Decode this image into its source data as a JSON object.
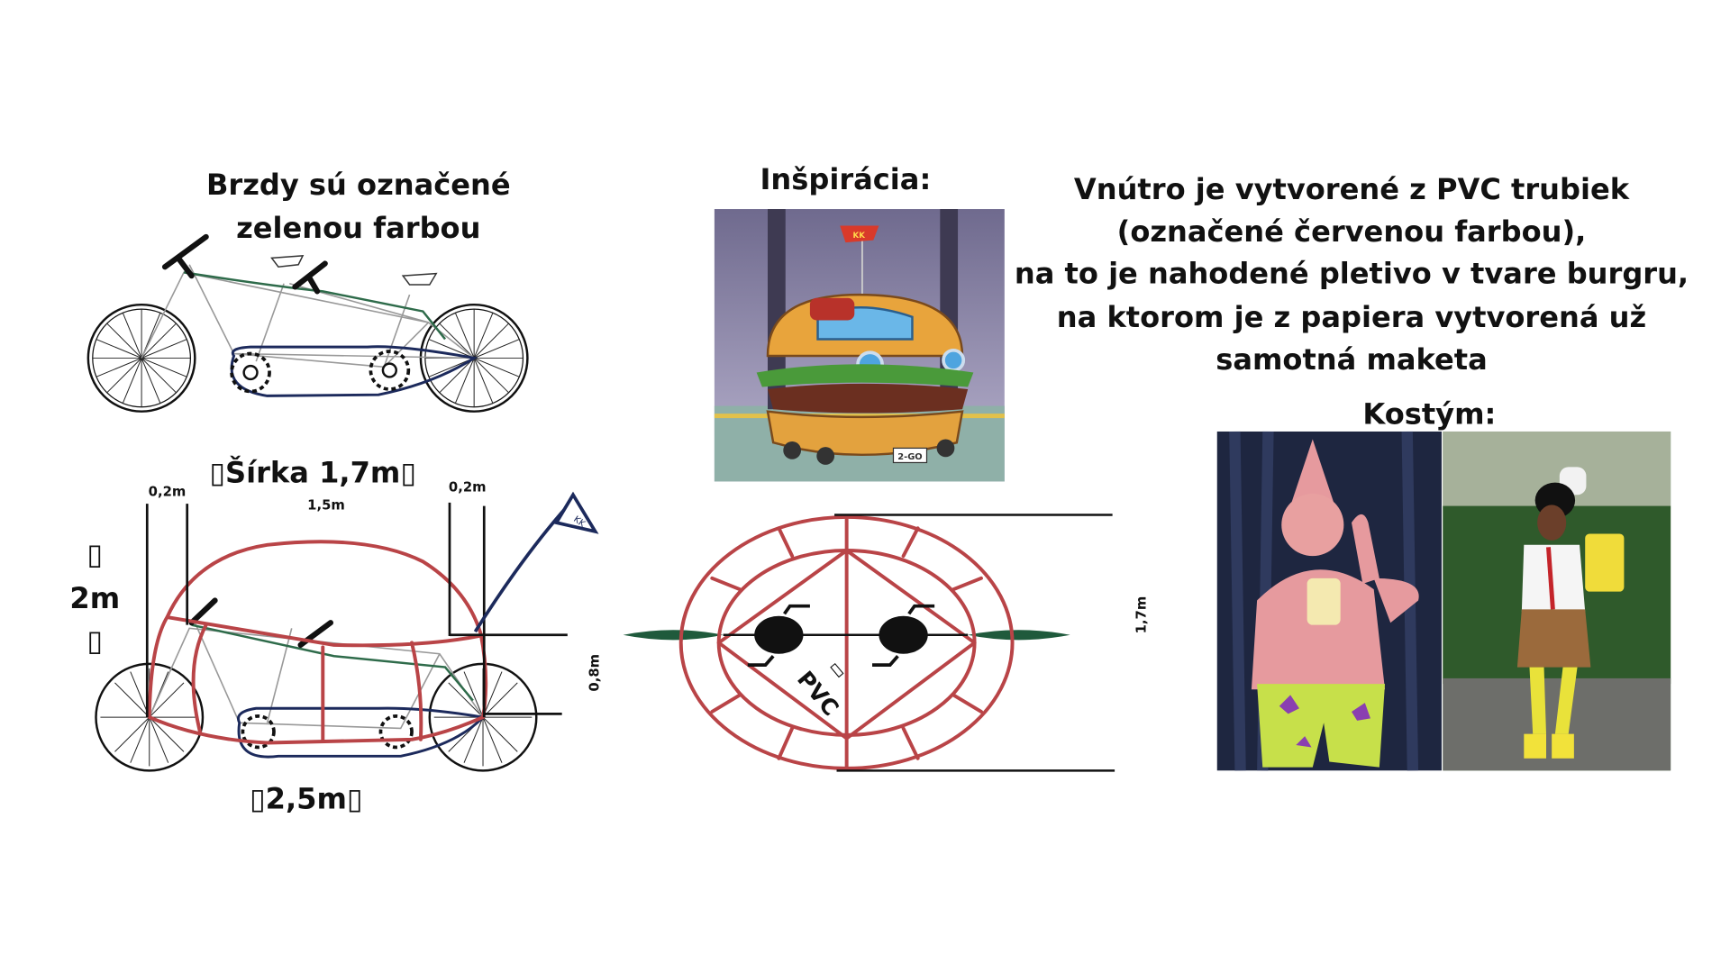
{
  "brakes_note": {
    "line1": "Brzdy sú označené",
    "line2": "zelenou farbou"
  },
  "inspiration_title": "Inšpirácia:",
  "description": {
    "lines": [
      "Vnútro je vytvorené z PVC trubiek",
      "(označené červenou farbou),",
      "na to je nahodené pletivo v tvare burgru,",
      "na ktorom je z papiera vytvorená už",
      "samotná maketa"
    ]
  },
  "costume_title": "Kostým:",
  "side_view": {
    "width_label": "▯Šírka 1,7m▯",
    "left_offset": "0,2m",
    "middle_span": "1,5m",
    "right_offset": "0,2m",
    "height_label": "2m",
    "height_arrow_top": "▯",
    "height_arrow_bottom": "▯",
    "ground_clearance": "0,8m",
    "length_label": "▯2,5m▯",
    "flag_text": "KK"
  },
  "top_view": {
    "material_label": "PVC",
    "marker": "▯",
    "width_label": "1,7m"
  },
  "inspiration_image": {
    "flag_text": "KK",
    "plate_text": "2-GO"
  },
  "colors": {
    "pvc": "#b94447",
    "brakes": "#2e6b4a",
    "chain": "#1c2a5c"
  }
}
